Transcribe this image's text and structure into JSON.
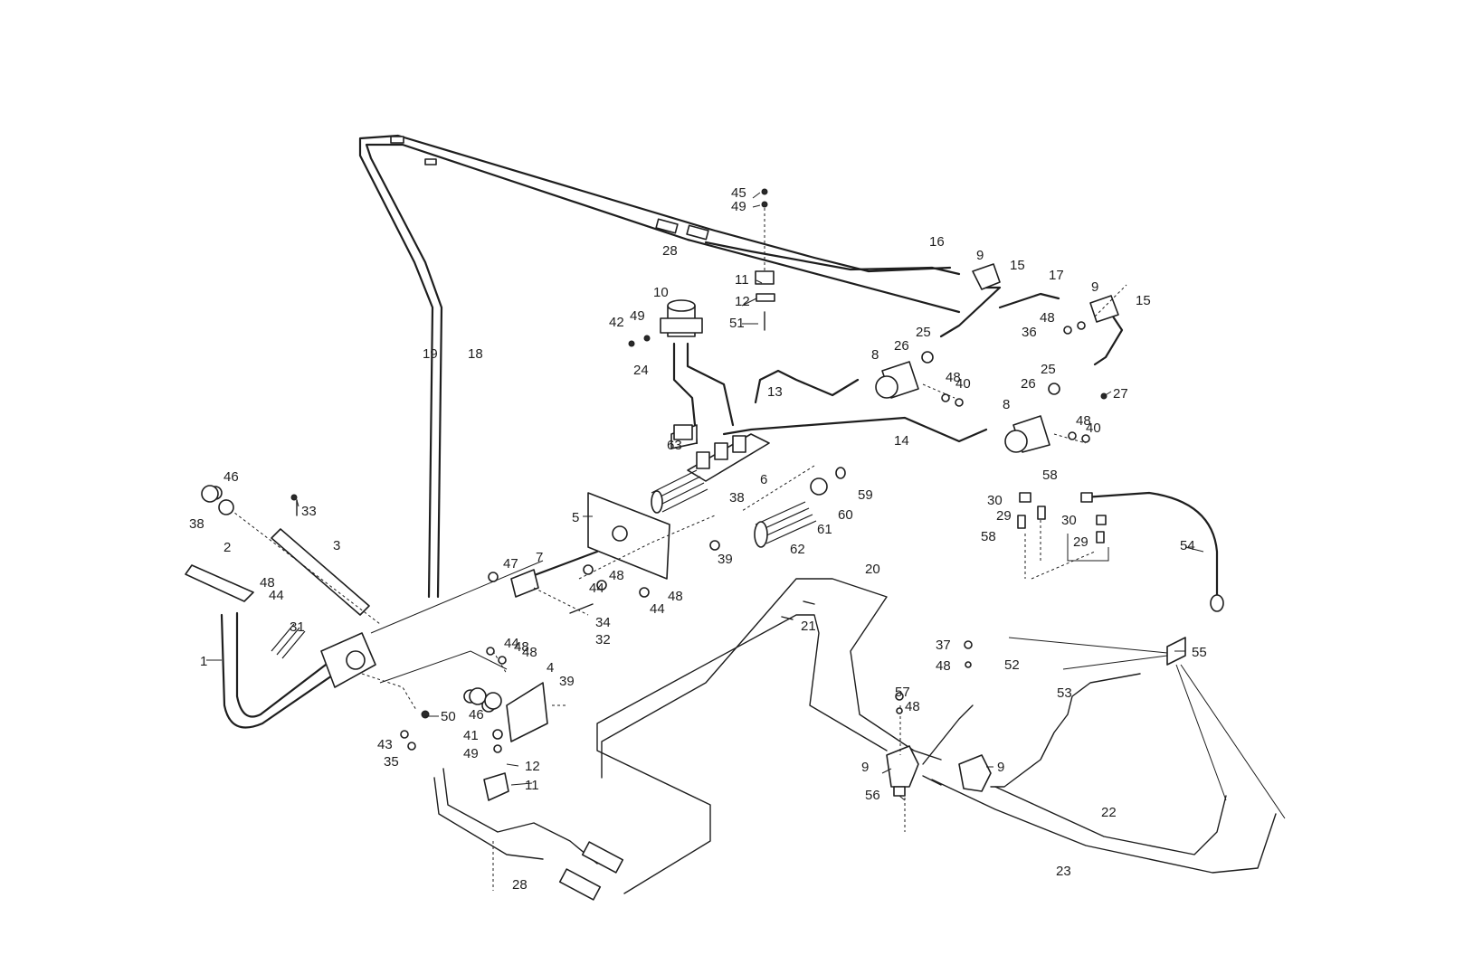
{
  "labels": [
    {
      "id": "1",
      "text": "1"
    },
    {
      "id": "2",
      "text": "2"
    },
    {
      "id": "3",
      "text": "3"
    },
    {
      "id": "4",
      "text": "4"
    },
    {
      "id": "5",
      "text": "5"
    },
    {
      "id": "6",
      "text": "6"
    },
    {
      "id": "7",
      "text": "7"
    },
    {
      "id": "8a",
      "text": "8"
    },
    {
      "id": "8b",
      "text": "8"
    },
    {
      "id": "9a",
      "text": "9"
    },
    {
      "id": "9b",
      "text": "9"
    },
    {
      "id": "9c",
      "text": "9"
    },
    {
      "id": "9d",
      "text": "9"
    },
    {
      "id": "10",
      "text": "10"
    },
    {
      "id": "11a",
      "text": "11"
    },
    {
      "id": "11b",
      "text": "11"
    },
    {
      "id": "12a",
      "text": "12"
    },
    {
      "id": "12b",
      "text": "12"
    },
    {
      "id": "13",
      "text": "13"
    },
    {
      "id": "14",
      "text": "14"
    },
    {
      "id": "15a",
      "text": "15"
    },
    {
      "id": "15b",
      "text": "15"
    },
    {
      "id": "16",
      "text": "16"
    },
    {
      "id": "17",
      "text": "17"
    },
    {
      "id": "18",
      "text": "18"
    },
    {
      "id": "19",
      "text": "19"
    },
    {
      "id": "20",
      "text": "20"
    },
    {
      "id": "21",
      "text": "21"
    },
    {
      "id": "22",
      "text": "22"
    },
    {
      "id": "23",
      "text": "23"
    },
    {
      "id": "24",
      "text": "24"
    },
    {
      "id": "25a",
      "text": "25"
    },
    {
      "id": "25b",
      "text": "25"
    },
    {
      "id": "26a",
      "text": "26"
    },
    {
      "id": "26b",
      "text": "26"
    },
    {
      "id": "27",
      "text": "27"
    },
    {
      "id": "28a",
      "text": "28"
    },
    {
      "id": "28b",
      "text": "28"
    },
    {
      "id": "29a",
      "text": "29"
    },
    {
      "id": "29b",
      "text": "29"
    },
    {
      "id": "30a",
      "text": "30"
    },
    {
      "id": "30b",
      "text": "30"
    },
    {
      "id": "31",
      "text": "31"
    },
    {
      "id": "32",
      "text": "32"
    },
    {
      "id": "33",
      "text": "33"
    },
    {
      "id": "34",
      "text": "34"
    },
    {
      "id": "35",
      "text": "35"
    },
    {
      "id": "36",
      "text": "36"
    },
    {
      "id": "37",
      "text": "37"
    },
    {
      "id": "38a",
      "text": "38"
    },
    {
      "id": "38b",
      "text": "38"
    },
    {
      "id": "39a",
      "text": "39"
    },
    {
      "id": "39b",
      "text": "39"
    },
    {
      "id": "40a",
      "text": "40"
    },
    {
      "id": "40b",
      "text": "40"
    },
    {
      "id": "41",
      "text": "41"
    },
    {
      "id": "42",
      "text": "42"
    },
    {
      "id": "43",
      "text": "43"
    },
    {
      "id": "44a",
      "text": "44"
    },
    {
      "id": "44b",
      "text": "44"
    },
    {
      "id": "44c",
      "text": "44"
    },
    {
      "id": "44d",
      "text": "44"
    },
    {
      "id": "45",
      "text": "45"
    },
    {
      "id": "46a",
      "text": "46"
    },
    {
      "id": "46b",
      "text": "46"
    },
    {
      "id": "47",
      "text": "47"
    },
    {
      "id": "48a",
      "text": "48"
    },
    {
      "id": "48b",
      "text": "48"
    },
    {
      "id": "48c",
      "text": "48"
    },
    {
      "id": "48d",
      "text": "48"
    },
    {
      "id": "48e",
      "text": "48"
    },
    {
      "id": "48f",
      "text": "48"
    },
    {
      "id": "48g",
      "text": "48"
    },
    {
      "id": "48h",
      "text": "48"
    },
    {
      "id": "48i",
      "text": "48"
    },
    {
      "id": "48j",
      "text": "48"
    },
    {
      "id": "49a",
      "text": "49"
    },
    {
      "id": "49b",
      "text": "49"
    },
    {
      "id": "49c",
      "text": "49"
    },
    {
      "id": "50",
      "text": "50"
    },
    {
      "id": "51",
      "text": "51"
    },
    {
      "id": "52",
      "text": "52"
    },
    {
      "id": "53",
      "text": "53"
    },
    {
      "id": "54",
      "text": "54"
    },
    {
      "id": "55",
      "text": "55"
    },
    {
      "id": "56",
      "text": "56"
    },
    {
      "id": "57",
      "text": "57"
    },
    {
      "id": "58a",
      "text": "58"
    },
    {
      "id": "58b",
      "text": "58"
    },
    {
      "id": "59",
      "text": "59"
    },
    {
      "id": "60",
      "text": "60"
    },
    {
      "id": "61",
      "text": "61"
    },
    {
      "id": "62",
      "text": "62"
    },
    {
      "id": "63",
      "text": "63"
    }
  ]
}
